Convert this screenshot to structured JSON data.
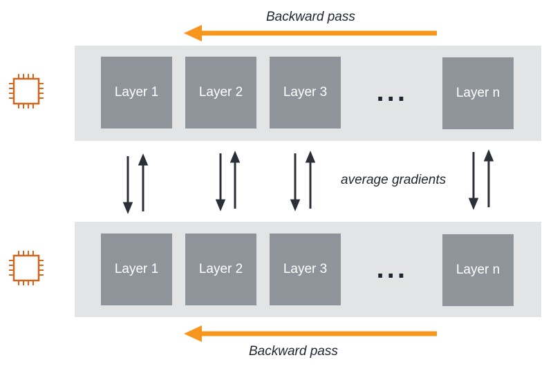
{
  "top_caption": "Backward pass",
  "bottom_caption": "Backward pass",
  "middle_caption": "average gradients",
  "ellipsis": "...",
  "top_row": {
    "layers": [
      "Layer 1",
      "Layer 2",
      "Layer 3",
      "Layer n"
    ]
  },
  "bottom_row": {
    "layers": [
      "Layer 1",
      "Layer 2",
      "Layer 3",
      "Layer n"
    ]
  },
  "colors": {
    "arrow_orange": "#f7961d",
    "chip_orange": "#d4631d",
    "band_gray": "#e3e4e6",
    "layer_gray": "#8f949b",
    "dark_arrow": "#2b3038"
  },
  "icons": [
    "cpu-chip-icon",
    "cpu-chip-icon"
  ]
}
